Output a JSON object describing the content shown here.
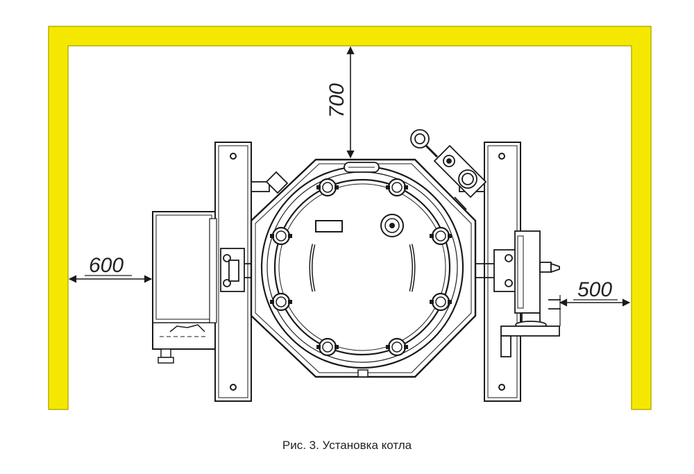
{
  "colors": {
    "wall": "#f5e800",
    "wall_edge": "#b8ad00",
    "line": "#1a1a1a"
  },
  "dimensions": {
    "top": "700",
    "left": "600",
    "right": "500"
  },
  "caption": "Рис. 3. Установка котла"
}
